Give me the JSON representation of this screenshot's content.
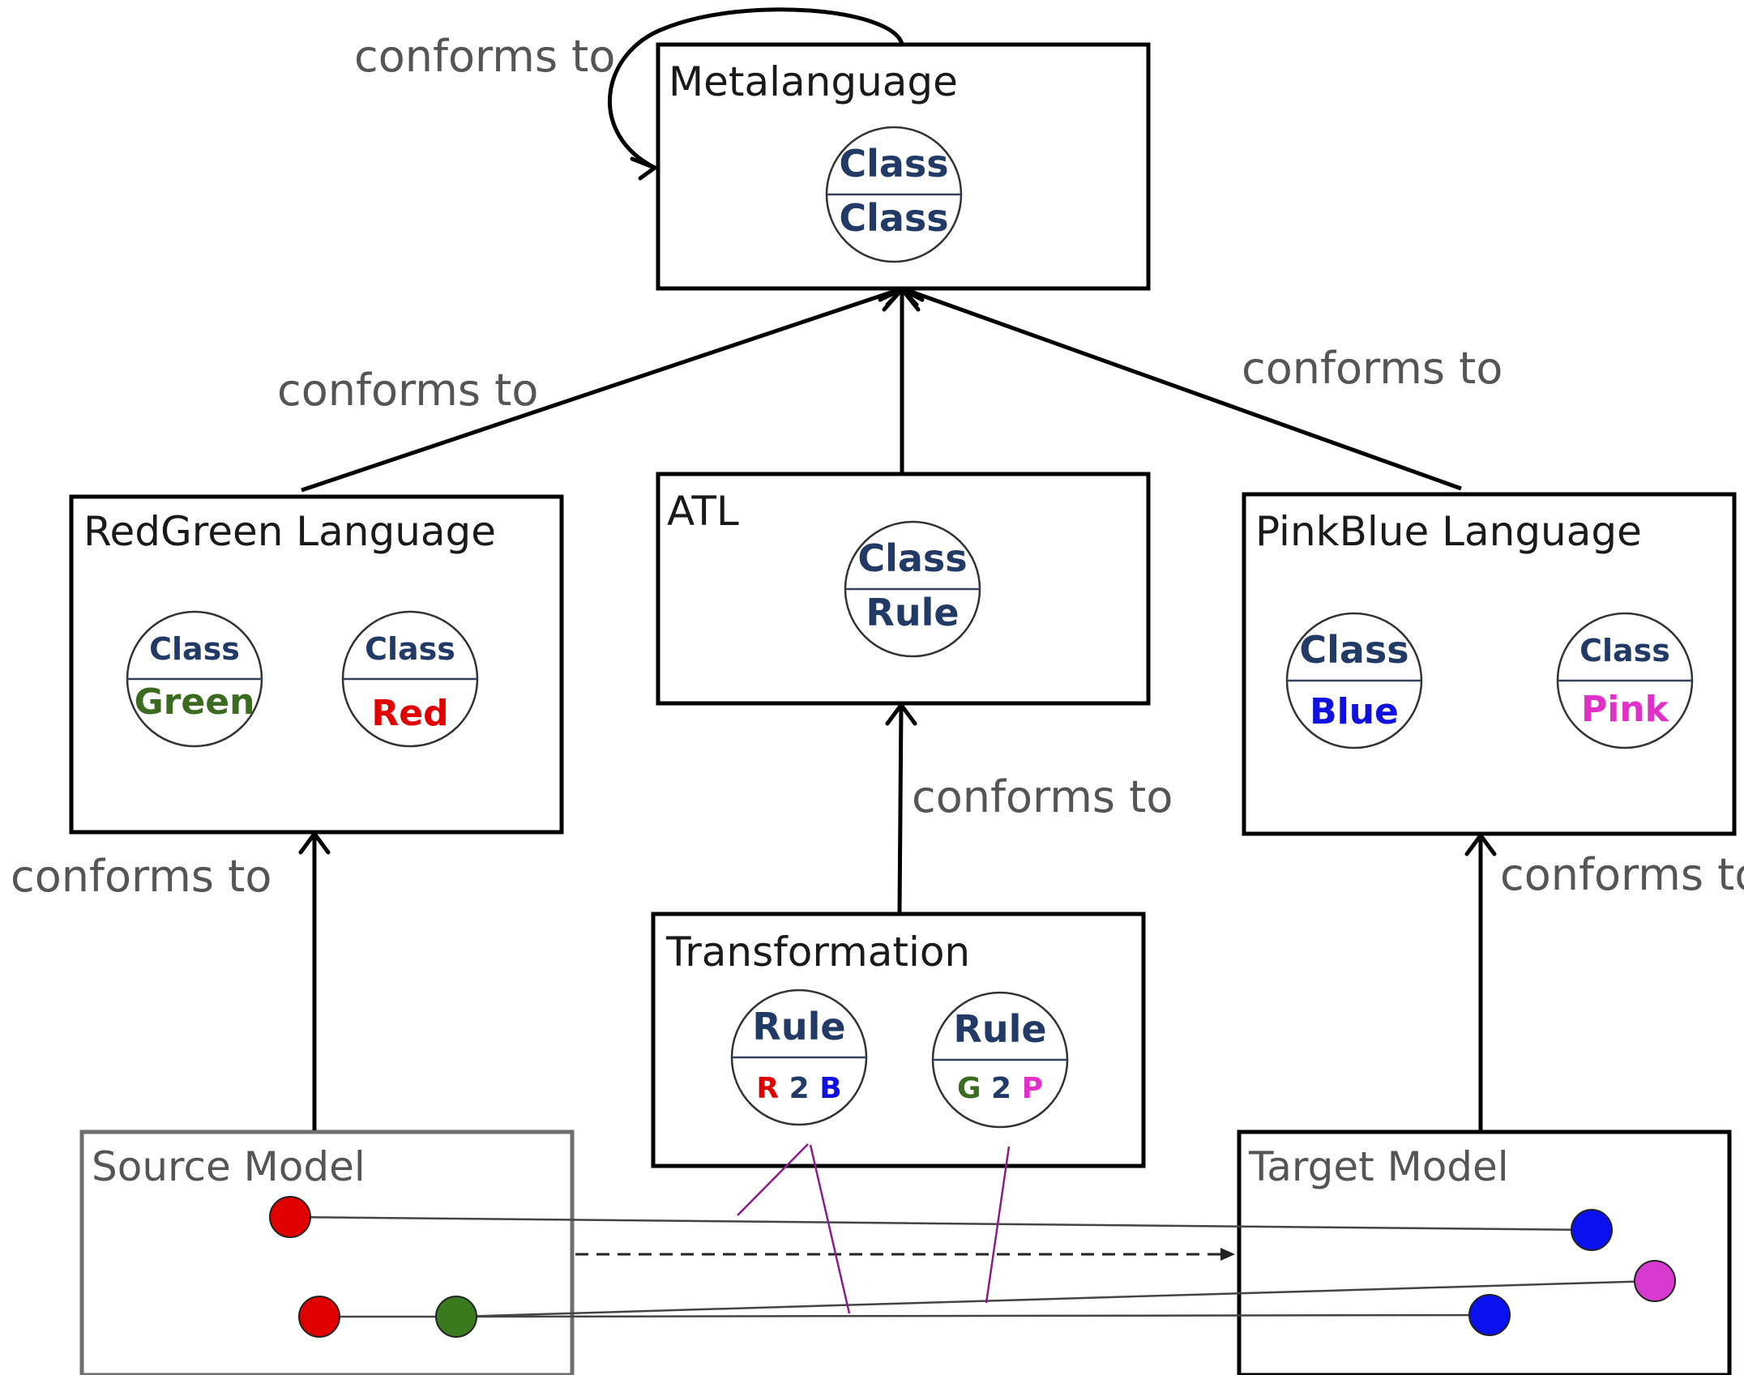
{
  "relation_label": "conforms to",
  "boxes": {
    "metalanguage": {
      "title": "Metalanguage",
      "classes": [
        {
          "top": "Class",
          "bottom": "Class",
          "bottom_color": "#223a66"
        }
      ]
    },
    "atl": {
      "title": "ATL",
      "classes": [
        {
          "top": "Class",
          "bottom": "Rule",
          "bottom_color": "#223a66"
        }
      ]
    },
    "redgreen": {
      "title": "RedGreen Language",
      "classes": [
        {
          "top": "Class",
          "bottom": "Green",
          "bottom_color": "#3a6b1f"
        },
        {
          "top": "Class",
          "bottom": "Red",
          "bottom_color": "#e00000"
        }
      ]
    },
    "pinkblue": {
      "title": "PinkBlue Language",
      "classes": [
        {
          "top": "Class",
          "bottom": "Blue",
          "bottom_color": "#1010e0"
        },
        {
          "top": "Class",
          "bottom": "Pink",
          "bottom_color": "#e030c8"
        }
      ]
    },
    "transformation": {
      "title": "Transformation",
      "rules": [
        {
          "top": "Rule",
          "from": "R",
          "mid": "2",
          "to": "B",
          "from_color": "#e00000",
          "mid_color": "#223a66",
          "to_color": "#1010e0"
        },
        {
          "top": "Rule",
          "from": "G",
          "mid": "2",
          "to": "P",
          "from_color": "#3a6b1f",
          "mid_color": "#223a66",
          "to_color": "#e030c8"
        }
      ]
    },
    "source": {
      "title": "Source Model"
    },
    "target": {
      "title": "Target Model"
    }
  },
  "colors": {
    "red": "#e00000",
    "green": "#3a7a1f",
    "blue": "#0a10ee",
    "pink": "#d83ad0"
  }
}
